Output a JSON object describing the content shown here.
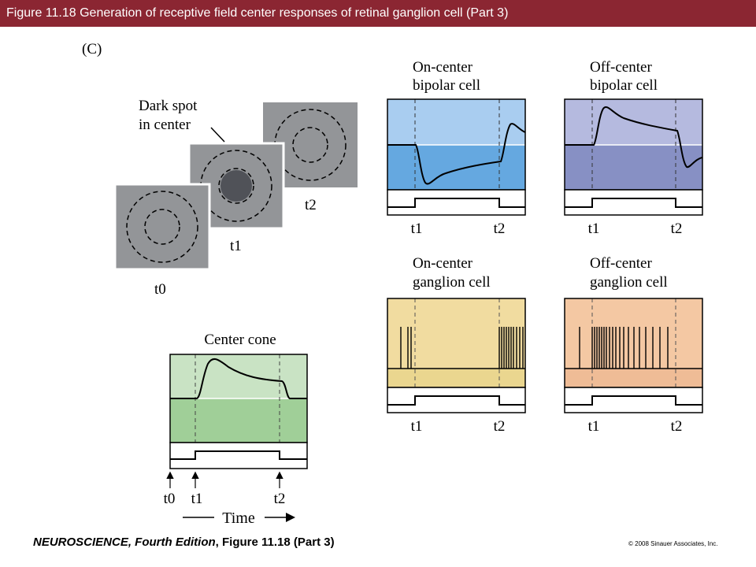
{
  "header": {
    "title": "Figure 11.18  Generation of receptive field center responses of retinal ganglion cell (Part 3)",
    "color": "#8b2632"
  },
  "figure": {
    "panel_label": "(C)",
    "stimulus": {
      "callout": [
        "Dark spot",
        "in center"
      ],
      "frames": [
        "t0",
        "t1",
        "t2"
      ]
    },
    "center_cone": {
      "title": "Center cone",
      "timeline": [
        "t0",
        "t1",
        "t2"
      ],
      "time_label": "Time",
      "colors": {
        "light": "#c9e3c4",
        "dark": "#a0cf98"
      }
    },
    "cells": [
      {
        "key": "on_bipolar",
        "title": [
          "On-center",
          "bipolar cell"
        ],
        "t1": "t1",
        "t2": "t2",
        "colors": {
          "light": "#a9cdf0",
          "dark": "#65a8e0"
        }
      },
      {
        "key": "off_bipolar",
        "title": [
          "Off-center",
          "bipolar cell"
        ],
        "t1": "t1",
        "t2": "t2",
        "colors": {
          "light": "#b5badf",
          "dark": "#8790c4"
        }
      },
      {
        "key": "on_ganglion",
        "title": [
          "On-center",
          "ganglion cell"
        ],
        "t1": "t1",
        "t2": "t2",
        "colors": {
          "light": "#f1dca0",
          "dark": "#ead68f"
        }
      },
      {
        "key": "off_ganglion",
        "title": [
          "Off-center",
          "ganglion cell"
        ],
        "t1": "t1",
        "t2": "t2",
        "colors": {
          "light": "#f4c8a3",
          "dark": "#efbc96"
        }
      }
    ]
  },
  "footer": {
    "book": "NEUROSCIENCE, Fourth Edition",
    "figure_ref": ", Figure 11.18 (Part 3)",
    "copyright": "© 2008 Sinauer Associates, Inc."
  }
}
